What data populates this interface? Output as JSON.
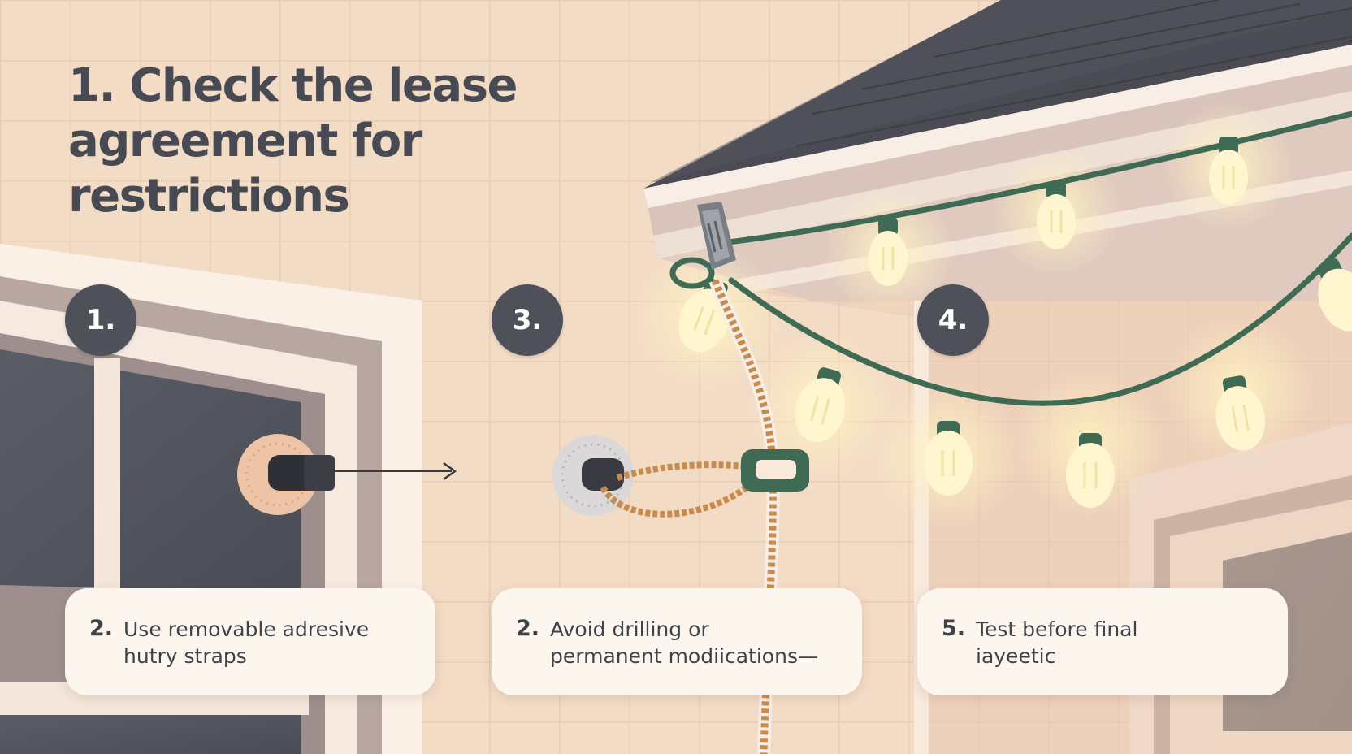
{
  "title_lines": [
    "1. Check the lease",
    "agreement for",
    "restrictions"
  ],
  "badges": [
    "1.",
    "3.",
    "4."
  ],
  "cards": [
    {
      "num": "2.",
      "lines": [
        "Use removable adresive",
        "hutry straps"
      ]
    },
    {
      "num": "2.",
      "lines": [
        "Avoid drilling or",
        "permanent modiications—"
      ]
    },
    {
      "num": "5.",
      "lines": [
        "Test before final",
        "iayeetic"
      ]
    }
  ],
  "colors": {
    "wall": "#f3dcc6",
    "roof": "#4a4b54",
    "badge": "#4e5159",
    "card": "#fcf6ef",
    "wire": "#3f6b55",
    "bulb": "#fff6cf",
    "rope": "#c98a4e",
    "text": "#3f4249"
  }
}
